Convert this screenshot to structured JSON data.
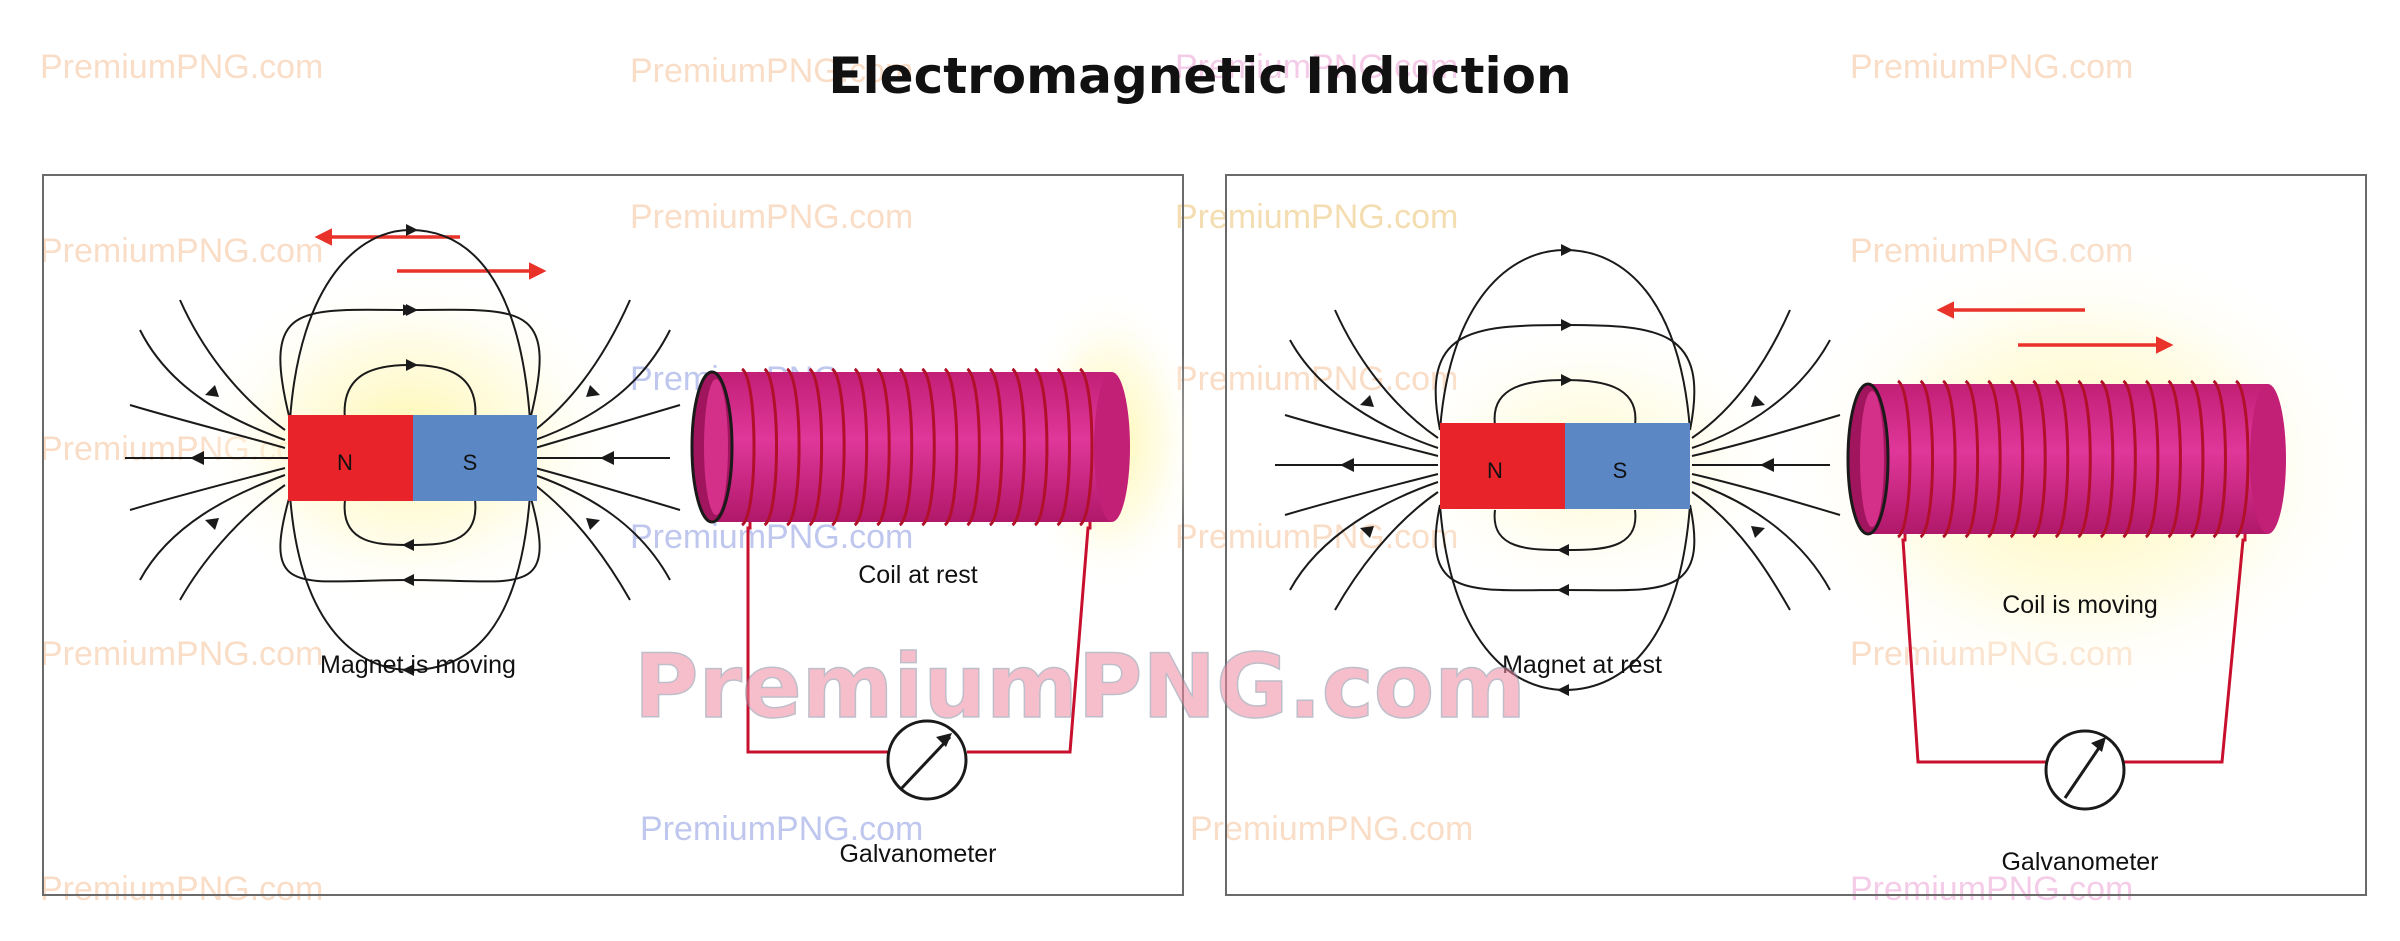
{
  "title": "Electromagnetic Induction",
  "colors": {
    "north_pole": "#e8242a",
    "south_pole": "#5b87c5",
    "coil_body": "#d4297f",
    "coil_end": "#a0155d",
    "wire": "#c8102e",
    "arrow": "#e8322a",
    "glow": "#fff4b0"
  },
  "panels": [
    {
      "magnet": {
        "north_label": "N",
        "south_label": "S",
        "caption": "Magnet is moving"
      },
      "coil_caption": "Coil at rest",
      "meter_caption": "Galvanometer",
      "meter_icon": "galvanometer-needle-icon"
    },
    {
      "magnet": {
        "north_label": "N",
        "south_label": "S",
        "caption": "Magnet at rest"
      },
      "coil_caption": "Coil is moving",
      "meter_caption": "Galvanometer",
      "meter_icon": "galvanometer-needle-icon"
    }
  ],
  "watermark": "PremiumPNG.com"
}
